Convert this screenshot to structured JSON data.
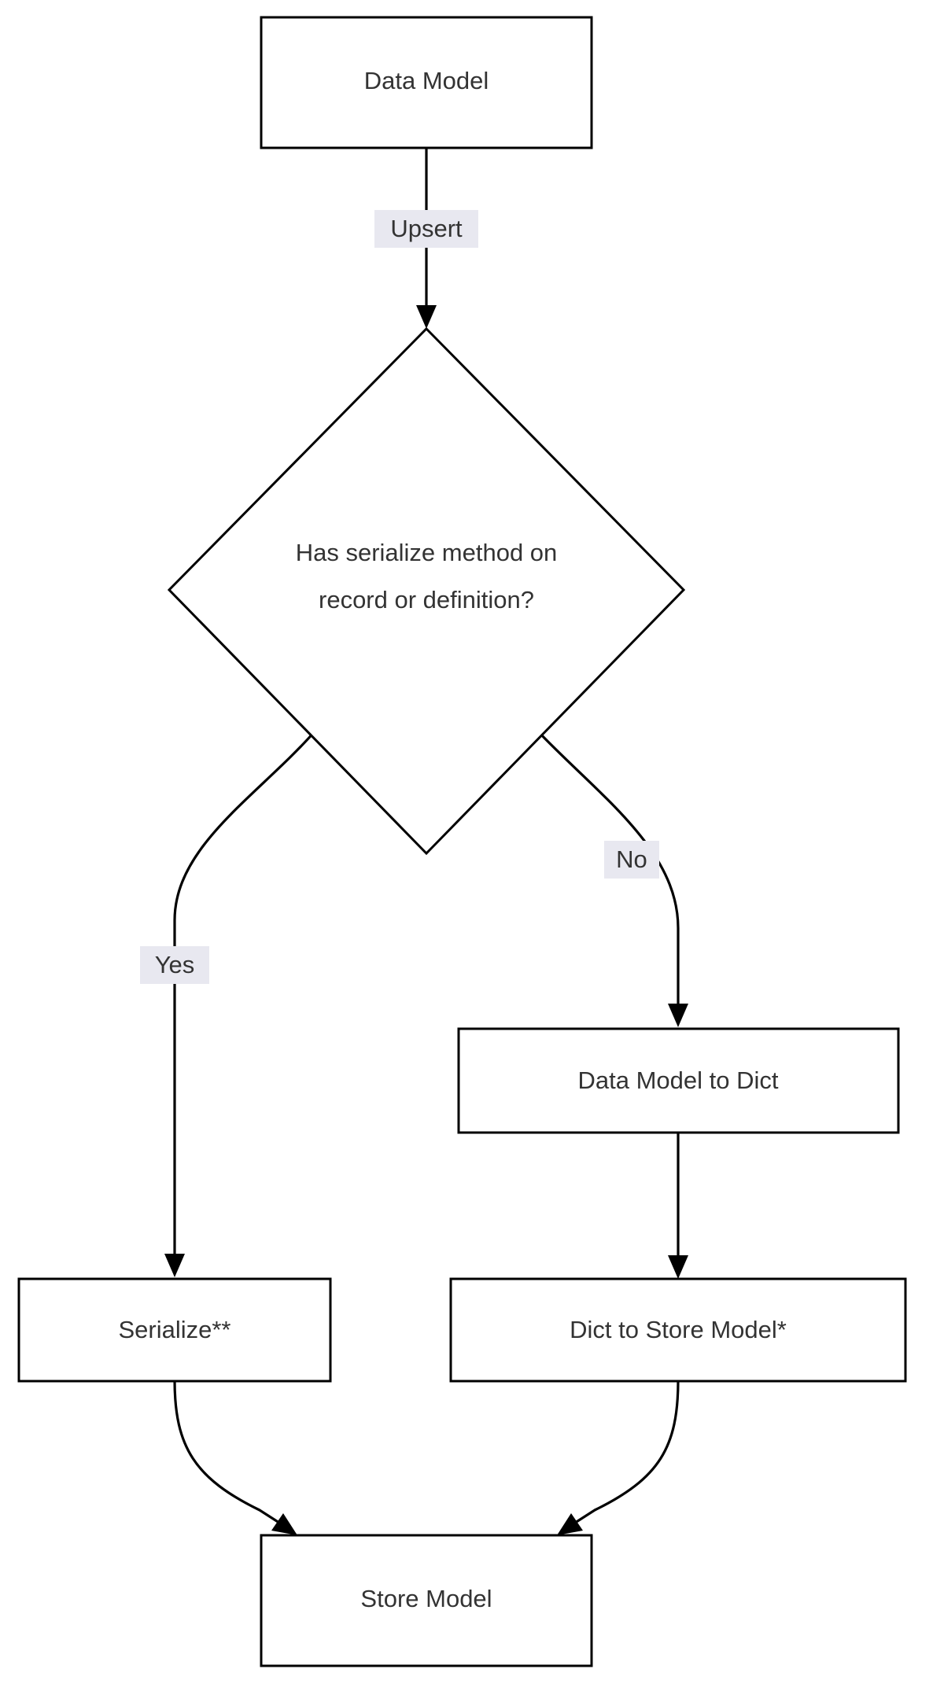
{
  "diagram": {
    "type": "flowchart",
    "orientation": "top-to-bottom",
    "background_color": "#ffffff",
    "node_fill": "#ffffff",
    "node_stroke": "#000000",
    "text_color": "#333333",
    "edge_label_background": "#e8e8f0",
    "nodes": [
      {
        "id": "data-model",
        "label": "Data Model",
        "shape": "rectangle"
      },
      {
        "id": "has-serialize",
        "label_line1": "Has serialize method on",
        "label_line2": "record or definition?",
        "shape": "diamond"
      },
      {
        "id": "data-model-to-dict",
        "label": "Data Model to Dict",
        "shape": "rectangle"
      },
      {
        "id": "serialize",
        "label": "Serialize**",
        "shape": "rectangle"
      },
      {
        "id": "dict-to-store-model",
        "label": "Dict to Store Model*",
        "shape": "rectangle"
      },
      {
        "id": "store-model",
        "label": "Store Model",
        "shape": "rectangle"
      }
    ],
    "edges": [
      {
        "from": "data-model",
        "to": "has-serialize",
        "label": "Upsert"
      },
      {
        "from": "has-serialize",
        "to": "serialize",
        "label": "Yes"
      },
      {
        "from": "has-serialize",
        "to": "data-model-to-dict",
        "label": "No"
      },
      {
        "from": "data-model-to-dict",
        "to": "dict-to-store-model",
        "label": ""
      },
      {
        "from": "serialize",
        "to": "store-model",
        "label": ""
      },
      {
        "from": "dict-to-store-model",
        "to": "store-model",
        "label": ""
      }
    ]
  }
}
